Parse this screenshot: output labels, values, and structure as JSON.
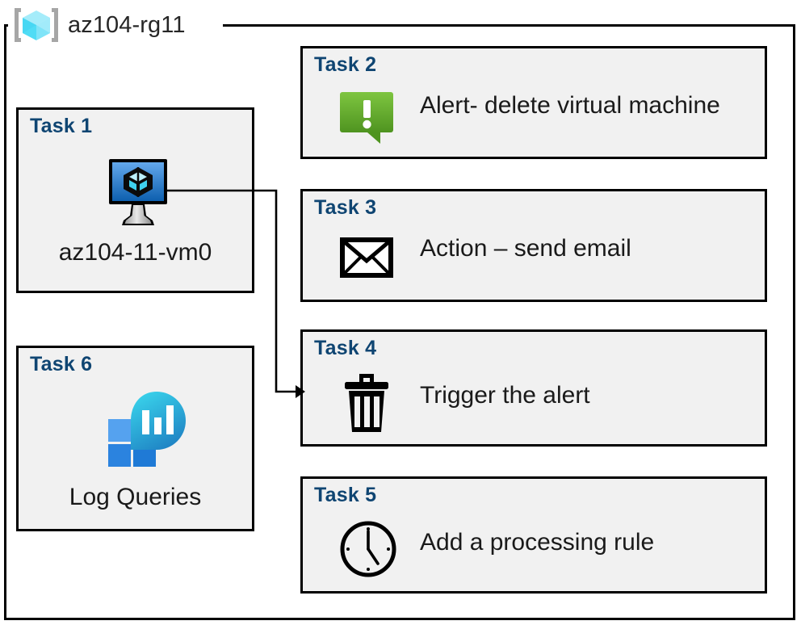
{
  "resource_group": {
    "name": "az104-rg11",
    "icon": "resource-group-cube-icon"
  },
  "tasks": [
    {
      "id": "task1",
      "title": "Task 1",
      "label": "az104-11-vm0",
      "icon": "virtual-machine-icon",
      "layout": "vertical"
    },
    {
      "id": "task2",
      "title": "Task 2",
      "label": "Alert- delete virtual machine",
      "icon": "alert-exclamation-bubble-icon",
      "layout": "horizontal"
    },
    {
      "id": "task3",
      "title": "Task 3",
      "label": "Action – send email",
      "icon": "envelope-icon",
      "layout": "horizontal"
    },
    {
      "id": "task4",
      "title": "Task 4",
      "label": "Trigger the alert",
      "icon": "trash-can-icon",
      "layout": "horizontal"
    },
    {
      "id": "task5",
      "title": "Task 5",
      "label": "Add a processing rule",
      "icon": "clock-icon",
      "layout": "horizontal"
    },
    {
      "id": "task6",
      "title": "Task 6",
      "label": "Log Queries",
      "icon": "log-analytics-icon",
      "layout": "vertical"
    }
  ],
  "connector": {
    "from": "task1-virtual-machine-icon",
    "to": "task4",
    "arrow": "arrowhead-right"
  },
  "colors": {
    "task_title": "#0f4572",
    "card_fill": "#f1f1f1",
    "card_border": "#000000",
    "body_text": "#1a1a1a",
    "alert_green_light": "#7ac143",
    "alert_green_dark": "#539b22",
    "vm_blue_light": "#5ca0e8",
    "vm_blue_dark": "#0f63b4",
    "log_teal": "#32d4e8",
    "log_blue": "#2b7cd3",
    "rg_cube_light": "#9fe8f7",
    "rg_cube_mid": "#50dcf5",
    "rg_bracket_gray": "#a6a6a6"
  }
}
